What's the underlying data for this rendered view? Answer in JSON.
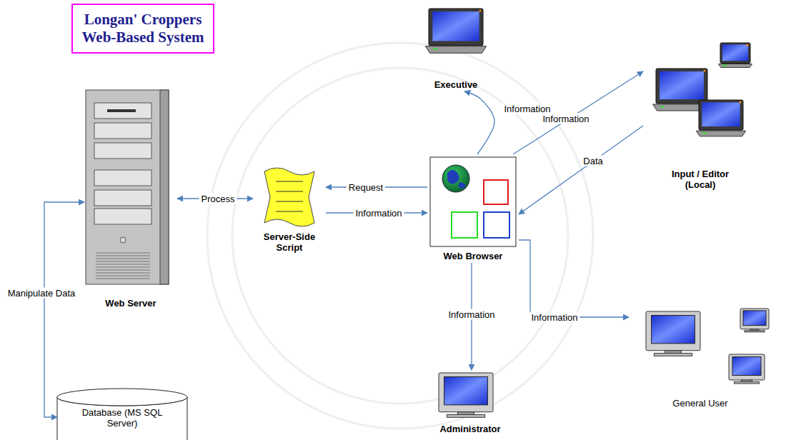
{
  "diagram": {
    "title": "Longan' Croppers Web-Based System",
    "nodes": [
      {
        "text": [
          "Web Server"
        ]
      },
      {
        "text": [
          "Server-Side Script"
        ]
      },
      {
        "text": [
          "Web Browser"
        ]
      },
      {
        "text": [
          "Executive"
        ]
      },
      {
        "text": [
          "Input / Editor (Local)"
        ]
      },
      {
        "text": [
          "Administrator"
        ]
      },
      {
        "text": [
          "General User"
        ]
      },
      {
        "text": [
          "Database (MS SQL Server)"
        ]
      }
    ],
    "edges": [
      {
        "from": 0,
        "to": 1,
        "label": "Process",
        "arrow": "both"
      },
      {
        "from": 2,
        "to": 1,
        "label": "Request",
        "arrow": "to"
      },
      {
        "from": 1,
        "to": 2,
        "label": "Information",
        "arrow": "to"
      },
      {
        "from": 2,
        "to": 3,
        "label": "Information",
        "arrow": "to"
      },
      {
        "from": 2,
        "to": 4,
        "label": "Information",
        "arrow": "to"
      },
      {
        "from": 4,
        "to": 2,
        "label": "Data",
        "arrow": "to"
      },
      {
        "from": 2,
        "to": 5,
        "label": "Information",
        "arrow": "to"
      },
      {
        "from": 2,
        "to": 6,
        "label": "Information",
        "arrow": "to"
      },
      {
        "from": 0,
        "to": 7,
        "label": "Manipulate Data",
        "arrow": "both"
      }
    ]
  }
}
